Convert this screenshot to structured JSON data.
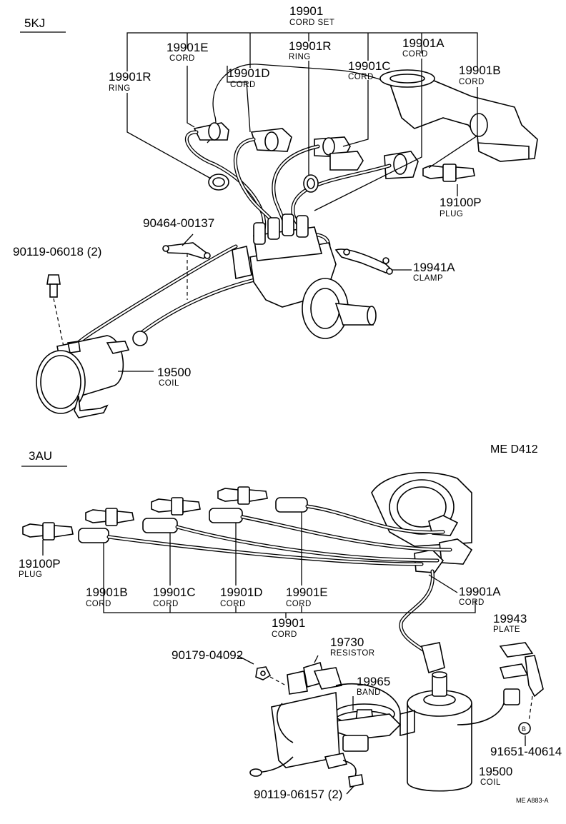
{
  "top_section": {
    "title": "5KJ",
    "cord_set": {
      "number": "19901",
      "desc": "CORD SET"
    },
    "labels": [
      {
        "id": "cord-e-top",
        "number": "19901E",
        "desc": "CORD"
      },
      {
        "id": "ring-left",
        "number": "19901R",
        "desc": "RING"
      },
      {
        "id": "cord-d-top",
        "number": "19901D",
        "desc": "CORD"
      },
      {
        "id": "ring-mid",
        "number": "19901R",
        "desc": "RING"
      },
      {
        "id": "cord-c-top",
        "number": "19901C",
        "desc": "CORD"
      },
      {
        "id": "cord-a-top",
        "number": "19901A",
        "desc": "CORD"
      },
      {
        "id": "cord-b-top",
        "number": "19901B",
        "desc": "CORD"
      },
      {
        "id": "plug-top",
        "number": "19100P",
        "desc": "PLUG"
      },
      {
        "id": "clamp-top",
        "number": "19941A",
        "desc": "CLAMP"
      },
      {
        "id": "coil-top",
        "number": "19500",
        "desc": "COIL"
      },
      {
        "id": "clip-top",
        "number": "90464-00137",
        "desc": ""
      },
      {
        "id": "bolt-top",
        "number": "90119-06018 (2)",
        "desc": ""
      }
    ]
  },
  "bottom_section": {
    "title": "3AU",
    "reference": "ME D412",
    "cord_group": {
      "number": "19901",
      "desc": "CORD"
    },
    "labels": [
      {
        "id": "plug-bot",
        "number": "19100P",
        "desc": "PLUG"
      },
      {
        "id": "cord-b-bot",
        "number": "19901B",
        "desc": "CORD"
      },
      {
        "id": "cord-c-bot",
        "number": "19901C",
        "desc": "CORD"
      },
      {
        "id": "cord-d-bot",
        "number": "19901D",
        "desc": "CORD"
      },
      {
        "id": "cord-e-bot",
        "number": "19901E",
        "desc": "CORD"
      },
      {
        "id": "cord-a-bot",
        "number": "19901A",
        "desc": "CORD"
      },
      {
        "id": "plate-bot",
        "number": "19943",
        "desc": "PLATE"
      },
      {
        "id": "resistor-bot",
        "number": "19730",
        "desc": "RESISTOR"
      },
      {
        "id": "band-bot",
        "number": "19965",
        "desc": "BAND"
      },
      {
        "id": "nut-bot",
        "number": "90179-04092",
        "desc": ""
      },
      {
        "id": "bolt-bot",
        "number": "90119-06157 (2)",
        "desc": ""
      },
      {
        "id": "screw-bot",
        "number": "91651-40614",
        "desc": ""
      },
      {
        "id": "coil-bot",
        "number": "19500",
        "desc": "COIL"
      }
    ],
    "marker": "B"
  },
  "footer": {
    "code": "ME A883-A"
  }
}
